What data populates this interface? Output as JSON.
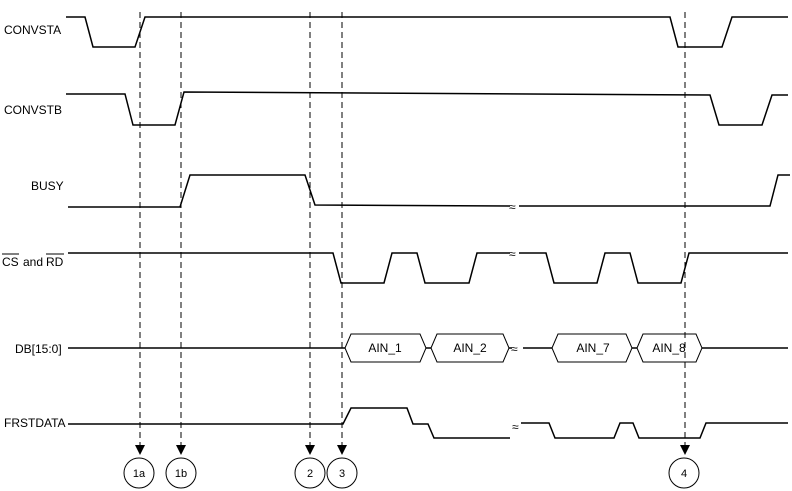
{
  "signals": {
    "convsta": "CONVSTA",
    "convstb": "CONVSTB",
    "busy": "BUSY",
    "cs_rd": {
      "cs": "CS",
      "and": "and",
      "rd": "RD"
    },
    "db": "DB[15:0]",
    "frstdata": "FRSTDATA"
  },
  "bus_words": [
    "AIN_1",
    "AIN_2",
    "AIN_7",
    "AIN_8"
  ],
  "markers": [
    "1a",
    "1b",
    "2",
    "3",
    "4"
  ],
  "break_glyph": "≈"
}
